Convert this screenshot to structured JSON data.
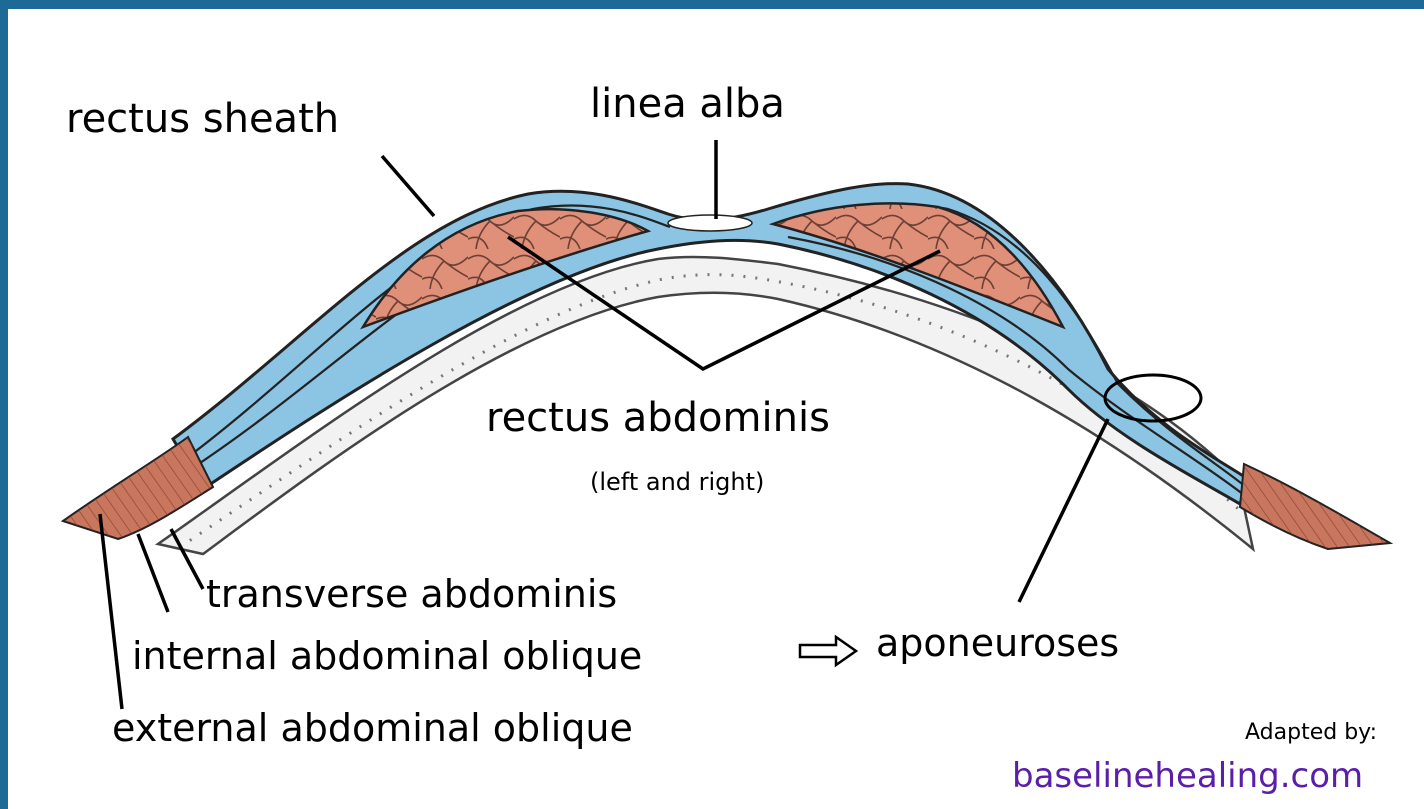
{
  "labels": {
    "rectus_sheath": "rectus sheath",
    "linea_alba": "linea alba",
    "rectus_abdominis": "rectus abdominis",
    "rectus_abdominis_note": "(left and right)",
    "transverse_abdominis": "transverse abdominis",
    "internal_oblique": "internal abdominal oblique",
    "external_oblique": "external abdominal oblique",
    "aponeuroses": "aponeuroses"
  },
  "credit": {
    "adapted_by": "Adapted by:",
    "website": "baselinehealing.com"
  },
  "colors": {
    "frame": "#1d6a96",
    "sheath": "#8cc4e4",
    "muscle": "#e08f78",
    "fascia_white": "#f2f2f2",
    "website": "#5a1ea8"
  }
}
